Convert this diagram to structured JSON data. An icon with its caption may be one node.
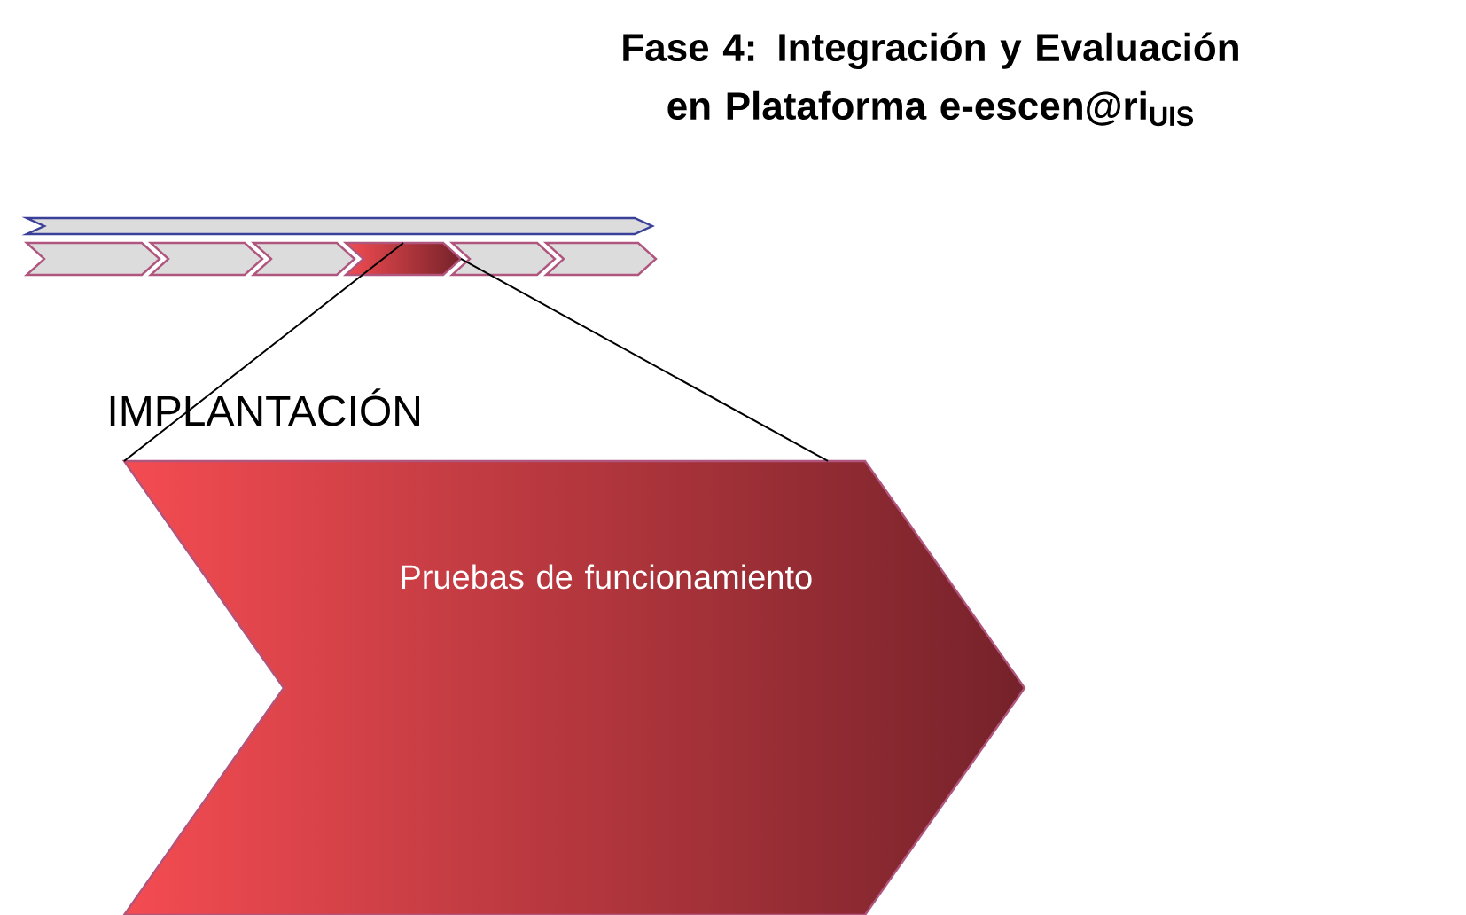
{
  "diagram": {
    "title": "Fase 4: Integración y Evaluación en Plataforma e-escen@ri$_{UIS}$",
    "nodes": [
      {
        "text": [],
        "shape": "chevron"
      },
      {
        "text": [],
        "shape": "chevron"
      },
      {
        "text": [],
        "shape": "chevron"
      },
      {
        "text": [],
        "shape": "chevron"
      },
      {
        "text": [],
        "shape": "chevron"
      },
      {
        "text": [],
        "shape": "chevron"
      },
      {
        "text": [],
        "shape": "chevron"
      },
      {
        "text": [
          "IMPLANTACIÓN",
          "Pruebas de funcionamiento"
        ]
      }
    ],
    "edges": [
      {
        "from": 4,
        "to": 7,
        "arrow": "none"
      },
      {
        "from": 4,
        "to": 7,
        "arrow": "none"
      }
    ]
  }
}
